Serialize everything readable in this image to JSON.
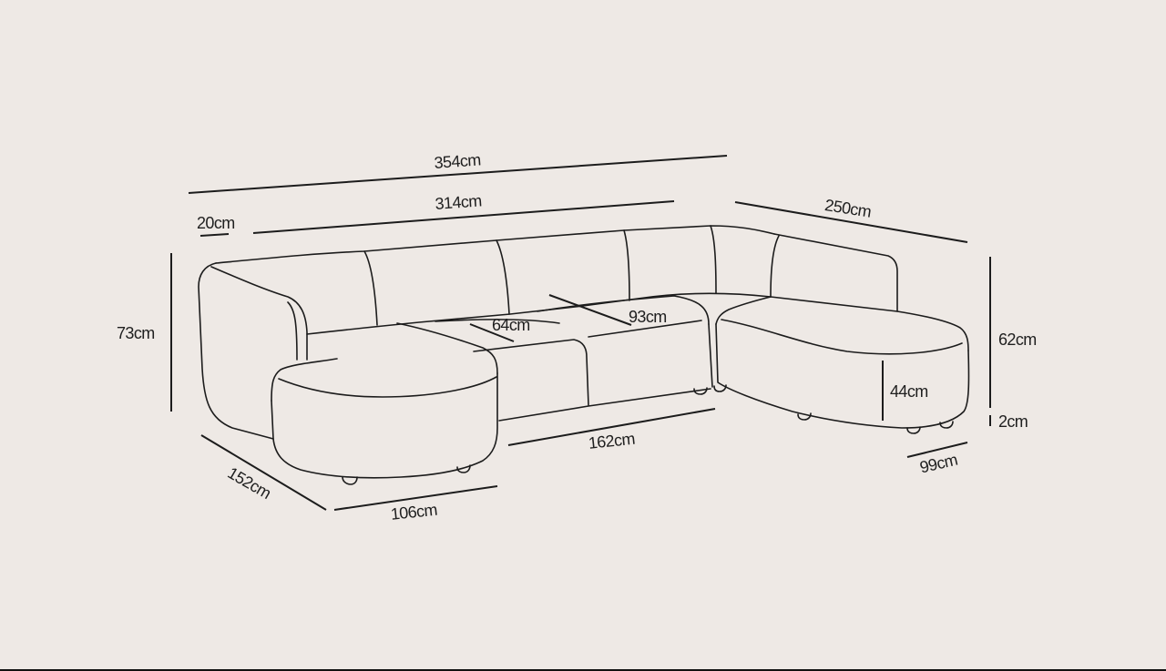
{
  "diagram": {
    "subject": "U-shaped modular sectional sofa",
    "background_color": "#eee9e5",
    "line_color": "#1c1c1c",
    "dimensions": {
      "overall_width": "354cm",
      "back_width": "314cm",
      "arm_width": "20cm",
      "right_depth": "250cm",
      "overall_height": "73cm",
      "back_height": "62cm",
      "leg_height": "2cm",
      "seat_height": "44cm",
      "seat_depth_left": "64cm",
      "seat_depth_middle": "93cm",
      "middle_length": "162cm",
      "left_chaise_depth": "152cm",
      "left_chaise_width": "106cm",
      "right_chaise_width": "99cm"
    }
  }
}
